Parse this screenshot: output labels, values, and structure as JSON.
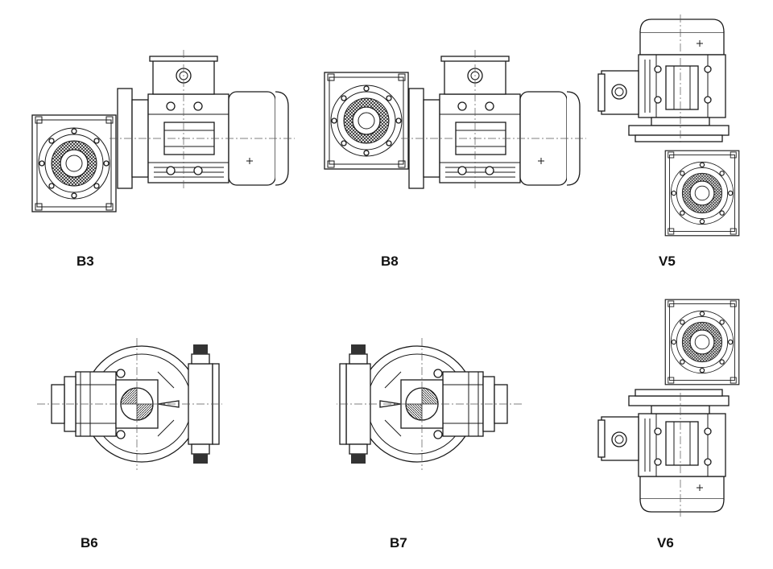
{
  "labels": {
    "b3": "B3",
    "b8": "B8",
    "v5": "V5",
    "b6": "B6",
    "b7": "B7",
    "v6": "V6"
  },
  "colors": {
    "line": "#1a1a1a",
    "background": "#ffffff"
  }
}
